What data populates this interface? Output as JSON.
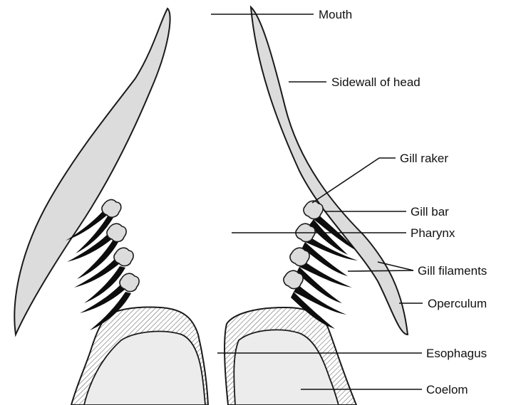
{
  "labels": {
    "mouth": "Mouth",
    "sidewall_of_head": "Sidewall of head",
    "gill_raker": "Gill raker",
    "gill_bar": "Gill bar",
    "pharynx": "Pharynx",
    "gill_filaments": "Gill filaments",
    "operculum": "Operculum",
    "esophagus": "Esophagus",
    "coelom": "Coelom"
  },
  "colors": {
    "tissue_fill": "#dcdcdc",
    "outline": "#1a1a1a",
    "filament": "#0d0d0d",
    "background": "#ffffff"
  }
}
